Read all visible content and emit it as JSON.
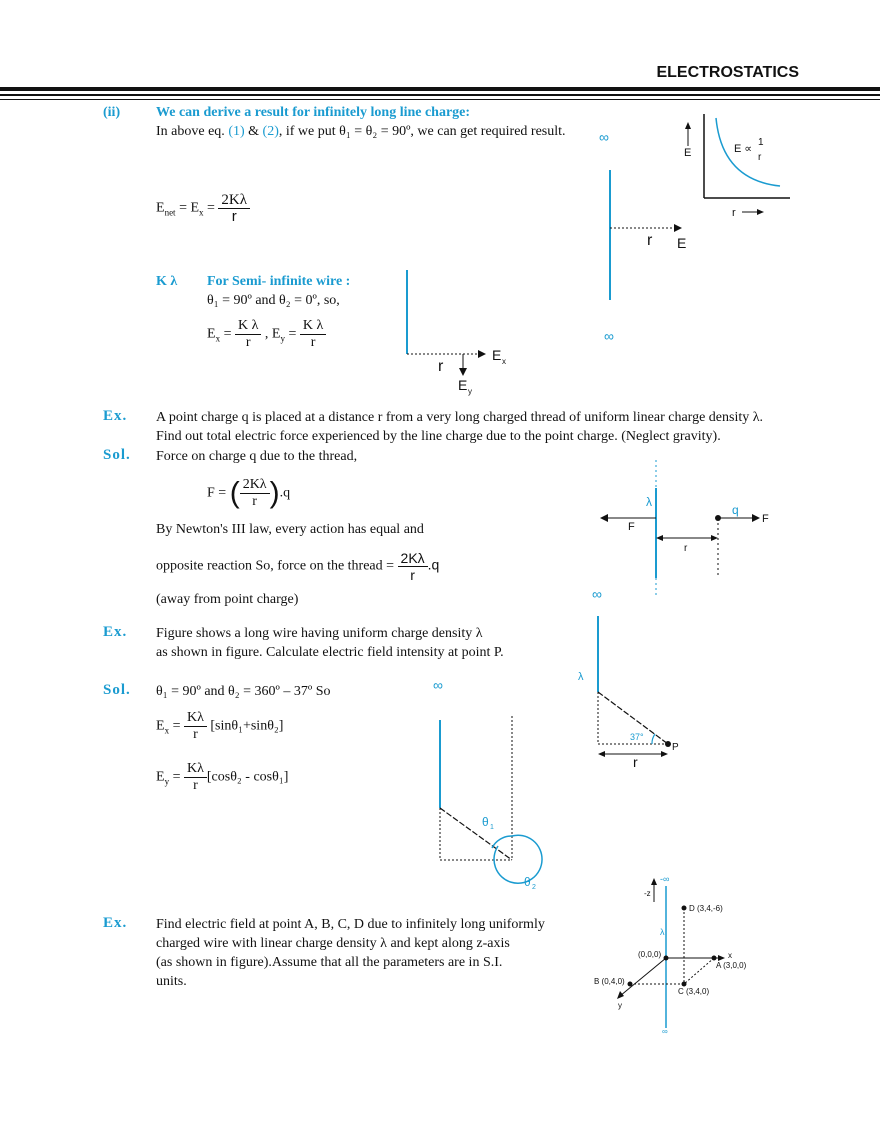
{
  "header": {
    "title": "ELECTROSTATICS"
  },
  "sec2": {
    "num": "(ii)",
    "heading": "We can derive a result for infinitely long line charge:",
    "line_pre": "In above eq. ",
    "eq1": "(1)",
    "amp": " & ",
    "eq2": "(2)",
    "line_post": ", if we put θ₁ = θ₂ = 90º, we can get required result.",
    "enet_lhs": "E",
    "enet_sub1": "net",
    "enet_mid": " = E",
    "enet_sub2": "x",
    "enet_eq": " = ",
    "num_label": "2Kλ",
    "den_label": "r",
    "fig": {
      "inf_top": "∞",
      "inf_bottom": "∞",
      "r": "r",
      "E": "E"
    },
    "graph": {
      "E": "E",
      "prop": "E ∝",
      "one": "1",
      "r_frac": "r",
      "r_axis": "r"
    }
  },
  "sec3": {
    "num": "K λ",
    "heading": "For Semi- infinite wire :",
    "line1": "θ₁ =  90º and θ₂ = 0º, so,",
    "ex": "E",
    "ex_sub": "x",
    "eq": " = ",
    "den": "r",
    "comma": " , E",
    "ey_sub": "y",
    "fig": {
      "r": "r",
      "Ex": "E",
      "Ex_sub": "x",
      "Ey": "E",
      "Ey_sub": "y"
    }
  },
  "ex1": {
    "label": "Ex.",
    "line1": "A point charge q is placed at a distance r from a very long charged thread of uniform linear charge density λ.",
    "line2": "Find out total electric force experienced by the line charge due to the point charge. (Neglect gravity).",
    "sol_label": "Sol.",
    "sol1": "Force on charge q due to the thread,",
    "f_lhs": "F = ",
    "f_num": "2Kλ",
    "f_den": "r",
    "f_tail": ".q",
    "newton1": "By Newton's III law, every action has equal and",
    "newton2": "opposite reaction So, force on the thread = ",
    "t_num": "2Kλ",
    "t_den": "r",
    "t_tail": ".q",
    "away": "(away from point charge)",
    "fig": {
      "lambda": "λ",
      "F_left": "F",
      "q": "q",
      "F_right": "F",
      "r": "r"
    }
  },
  "ex2": {
    "label": "Ex.",
    "line1": "Figure shows a long wire having uniform charge density λ",
    "line2": "as shown in figure. Calculate electric field intensity at point P.",
    "fig": {
      "inf": "∞",
      "lambda": "λ",
      "angle": "37°",
      "P": "P",
      "r": "r"
    },
    "sol_label": "Sol.",
    "sol_line": "θ₁ =  90º and θ₂ = 360º – 37º   So",
    "ex": "E",
    "ex_sub": "x",
    "eq": " = ",
    "k_num": "Kλ",
    "k_den": "r",
    "ex_tail": "[sinθ₁+sinθ₂]",
    "ey": "E",
    "ey_sub": "y",
    "ey_tail": "[cosθ₂ - cosθ₁]",
    "fig2": {
      "inf": "∞",
      "theta1": "θ",
      "theta1_sub": "1",
      "theta2": "θ",
      "theta2_sub": "2"
    }
  },
  "ex3": {
    "label": "Ex.",
    "line1": "Find electric field at point A, B, C, D due to infinitely long uniformly",
    "line2": "charged wire with linear charge density λ and kept along z-axis",
    "line3": "(as shown in figure).Assume that all the parameters are in S.I.",
    "line4": "units.",
    "fig": {
      "minus_inf": "-∞",
      "minus_z": "-z",
      "D": "D (3,4,-6)",
      "lambda": "λ",
      "origin": "(0,0,0)",
      "x": "x",
      "A": "A (3,0,0)",
      "B": "B (0,4,0)",
      "C": "C (3,4,0)",
      "y": "y",
      "inf": "∞"
    }
  }
}
